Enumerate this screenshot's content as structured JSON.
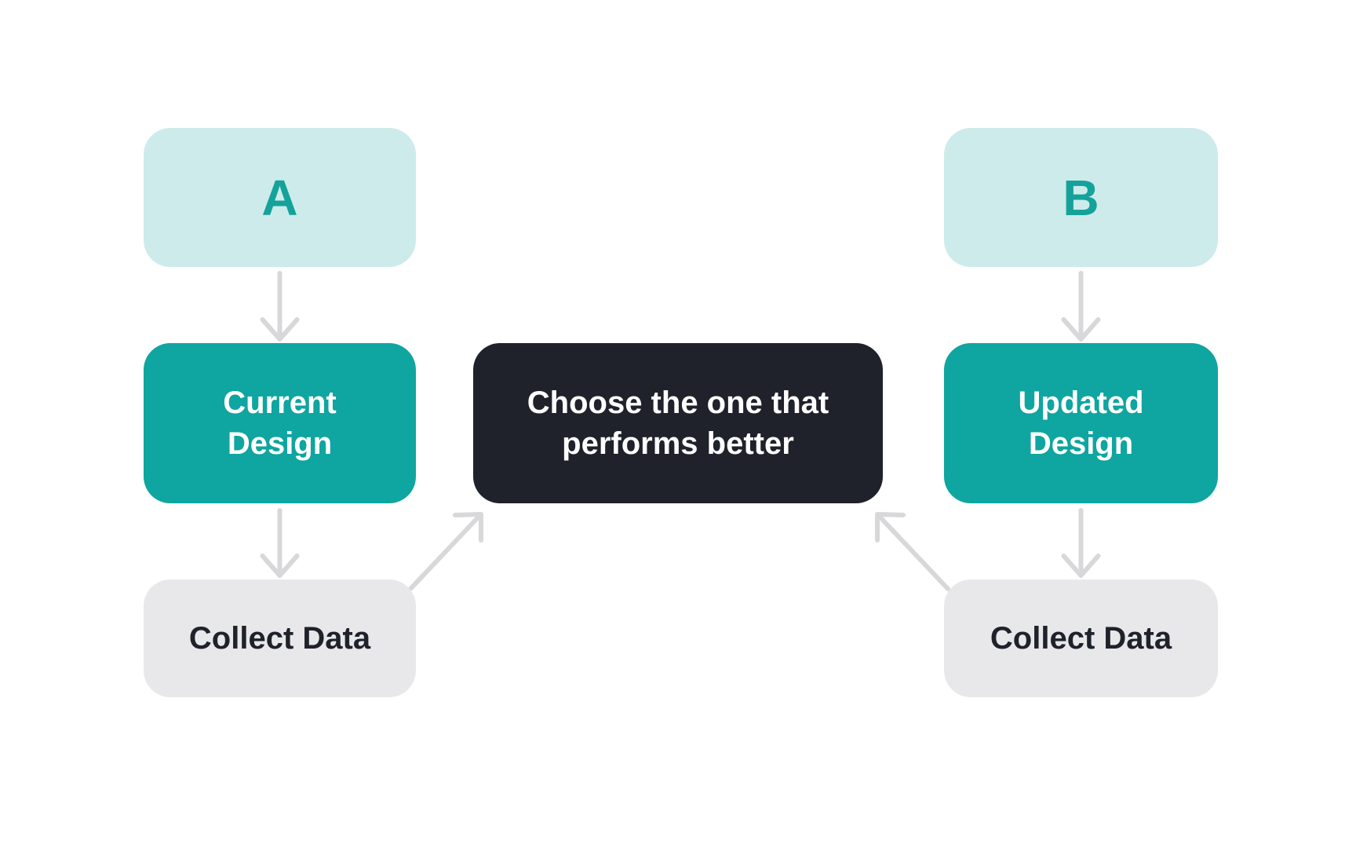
{
  "colors": {
    "background": "#ffffff",
    "box_teal_light": "#cdebea",
    "box_teal": "#0fa5a0",
    "box_dark": "#1f222b",
    "box_gray": "#e8e8ea",
    "letter_teal": "#14a29b",
    "text_white": "#ffffff",
    "text_dark": "#1f222b",
    "arrow": "#d8d8da"
  },
  "nodes": {
    "variant_a": "A",
    "variant_b": "B",
    "current_design": "Current\nDesign",
    "updated_design": "Updated\nDesign",
    "choose_winner": "Choose the one that\nperforms better",
    "collect_data_a": "Collect Data",
    "collect_data_b": "Collect Data"
  }
}
